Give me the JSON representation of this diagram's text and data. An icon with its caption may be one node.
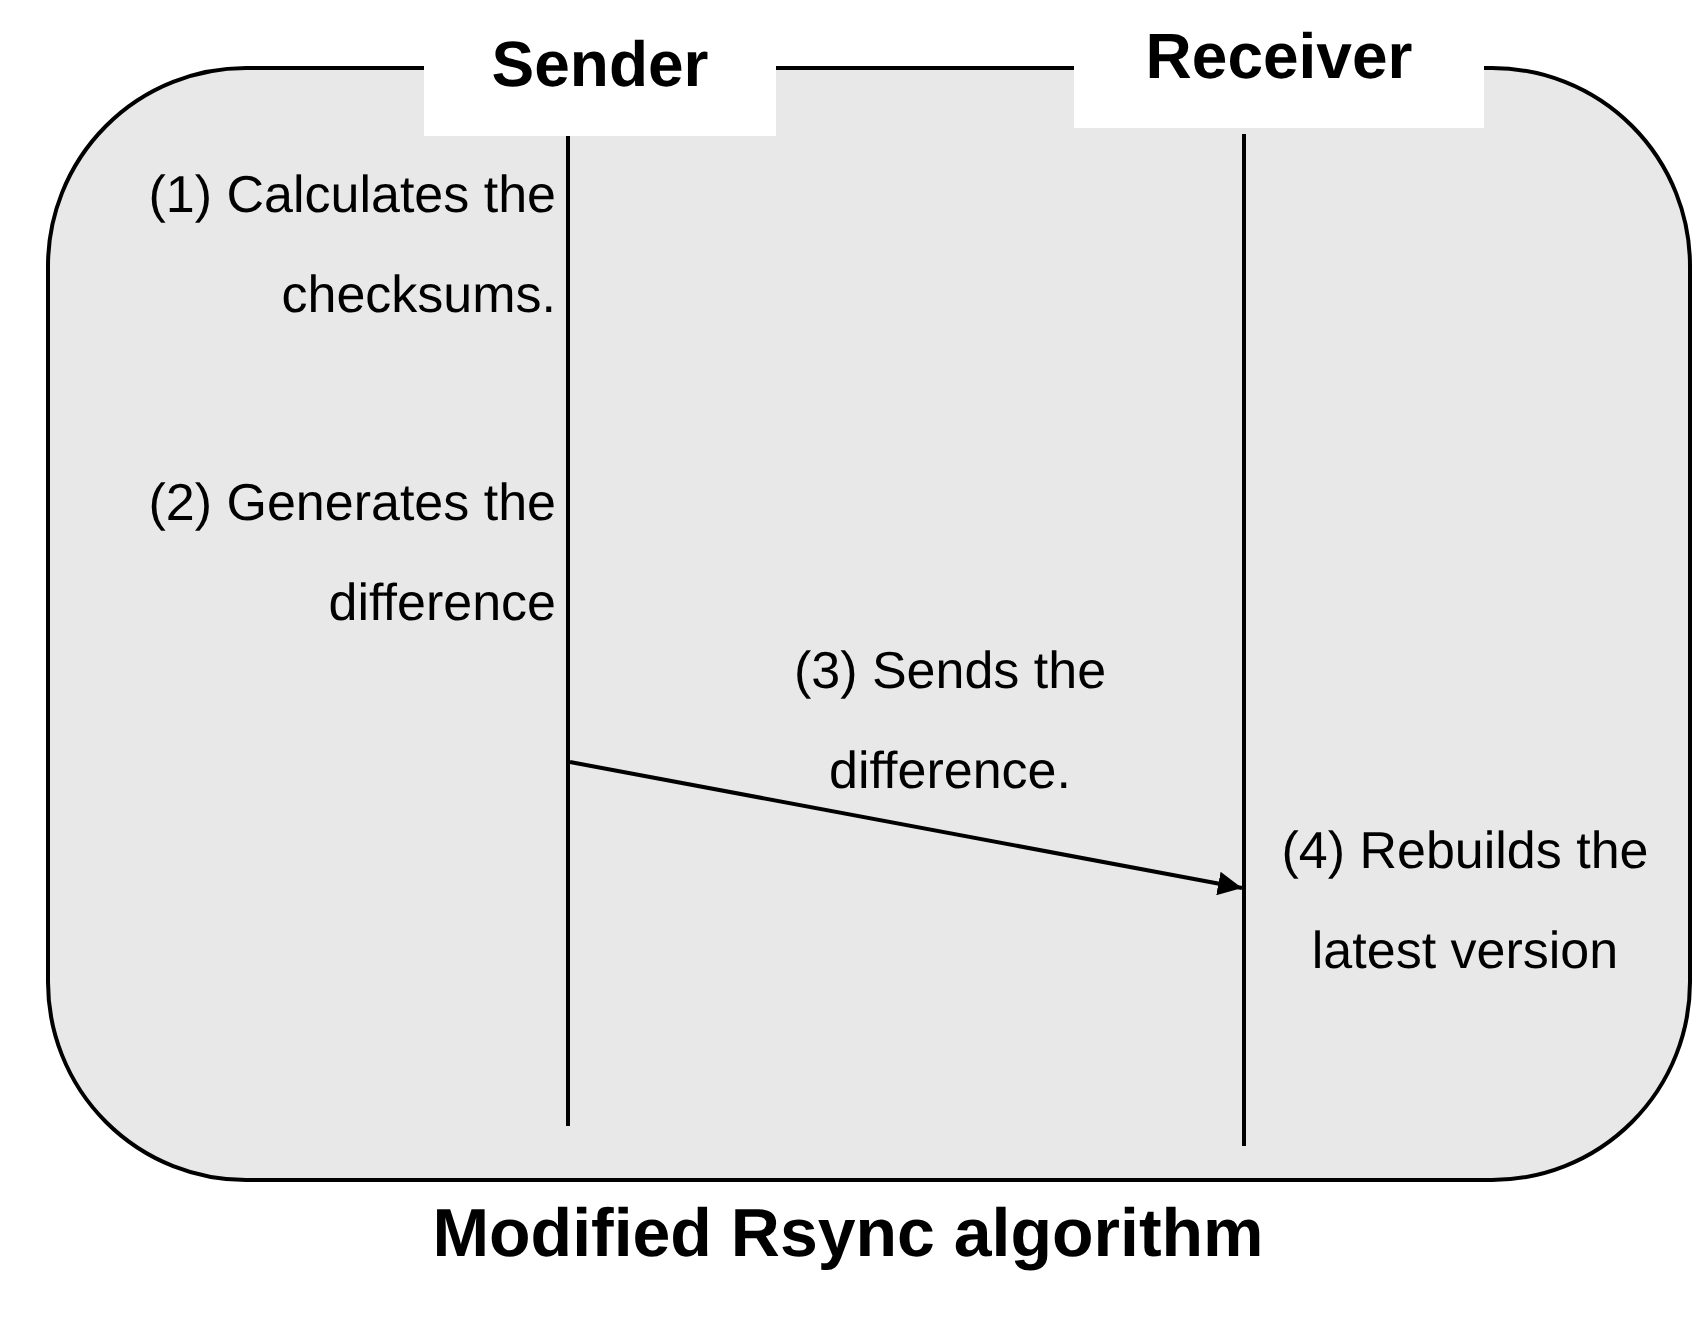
{
  "diagram": {
    "caption": "Modified Rsync algorithm",
    "nodes": [
      {
        "text": [],
        "shape": "box"
      },
      {
        "text": [
          "Sender"
        ]
      },
      {
        "text": [
          "Receiver"
        ]
      },
      {
        "text": [],
        "shape": "bar",
        "in": 0,
        "beside": [
          "(1) Calculates the checksums.",
          "(2) Generates the difference"
        ]
      },
      {
        "text": [],
        "shape": "bar",
        "in": 0,
        "beside": [
          "(4) Rebuilds the latest version"
        ]
      }
    ],
    "edges": [
      {
        "from": 3,
        "to": 4,
        "arrow": "to",
        "label": "(3) Sends the difference."
      }
    ]
  }
}
